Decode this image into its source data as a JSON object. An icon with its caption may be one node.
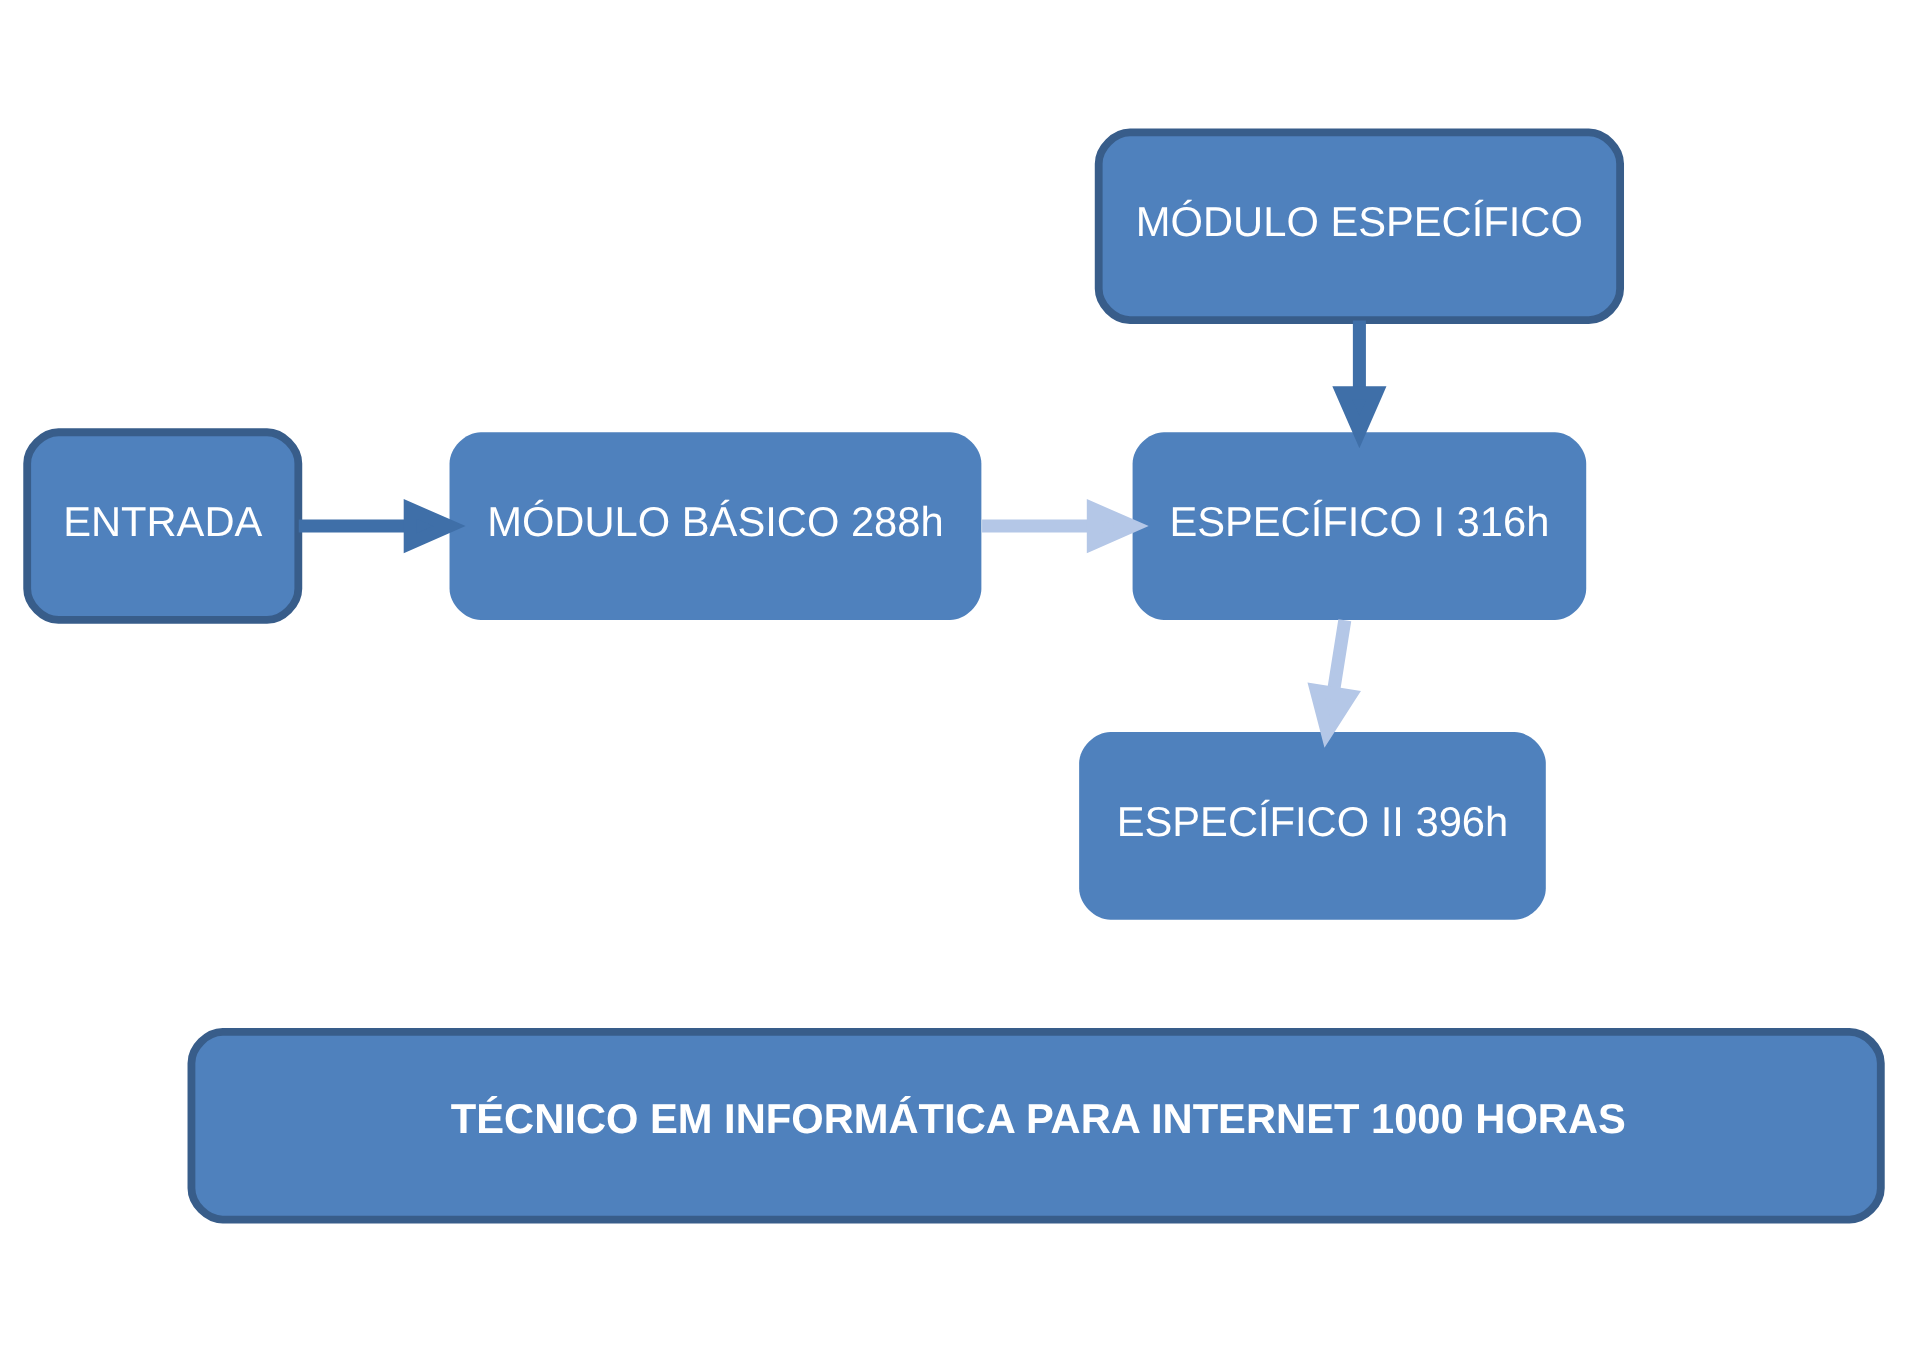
{
  "diagram": {
    "nodes": [
      {
        "text": [
          "ENTRADA"
        ]
      },
      {
        "text": [
          "MÓDULO BÁSICO 288h"
        ]
      },
      {
        "text": [
          "MÓDULO ESPECÍFICO"
        ]
      },
      {
        "text": [
          "ESPECÍFICO I 316h"
        ]
      },
      {
        "text": [
          "ESPECÍFICO II 396h"
        ]
      },
      {
        "text": [
          "TÉCNICO EM INFORMÁTICA PARA INTERNET 1000 HORAS"
        ]
      }
    ],
    "edges": [
      {
        "from": 0,
        "to": 1,
        "arrow": "to",
        "color": "#3f6fa8"
      },
      {
        "from": 1,
        "to": 3,
        "arrow": "to",
        "color": "#b4c7e7"
      },
      {
        "from": 2,
        "to": 3,
        "arrow": "to",
        "color": "#3f6fa8"
      },
      {
        "from": 3,
        "to": 4,
        "arrow": "to",
        "color": "#b4c7e7"
      }
    ]
  }
}
